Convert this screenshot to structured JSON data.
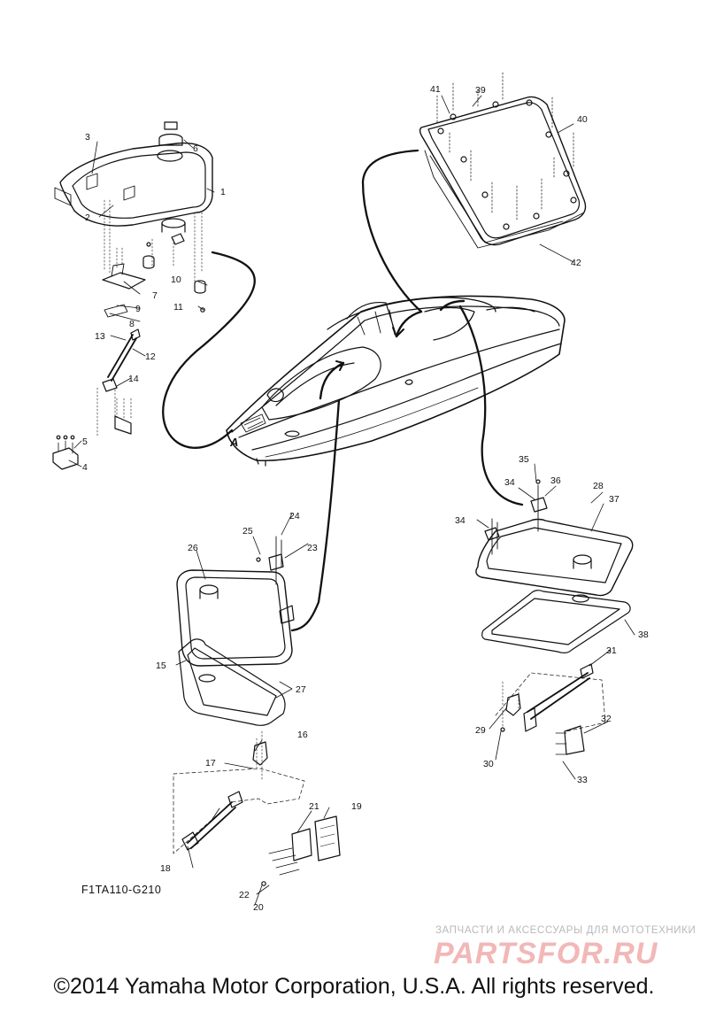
{
  "drawing_code": "F1TA110-G210",
  "watermark": {
    "caption": "ЗАПЧАСТИ И АКСЕССУАРЫ ДЛЯ МОТОТЕХНИКИ",
    "logo": "PARTSFOR.RU"
  },
  "copyright": "©2014 Yamaha Motor Corporation, U.S.A. All rights reserved.",
  "callouts": {
    "n1": "1",
    "n2": "2",
    "n3": "3",
    "n4": "4",
    "n5": "5",
    "n6": "6",
    "n7": "7",
    "n8": "8",
    "n9": "9",
    "n10": "10",
    "n11": "11",
    "n12": "12",
    "n13": "13",
    "n14": "14",
    "n15": "15",
    "n16": "16",
    "n17": "17",
    "n18": "18",
    "n19": "19",
    "n20": "20",
    "n21": "21",
    "n22": "22",
    "n23": "23",
    "n24": "24",
    "n25": "25",
    "n26": "26",
    "n27": "27",
    "n28": "28",
    "n29": "29",
    "n30": "30",
    "n31": "31",
    "n32": "32",
    "n33": "33",
    "n34a": "34",
    "n34b": "34",
    "n35": "35",
    "n36": "36",
    "n37": "37",
    "n38": "38",
    "n39": "39",
    "n40": "40",
    "n41": "41",
    "n42": "42"
  },
  "boat_marker": "A"
}
